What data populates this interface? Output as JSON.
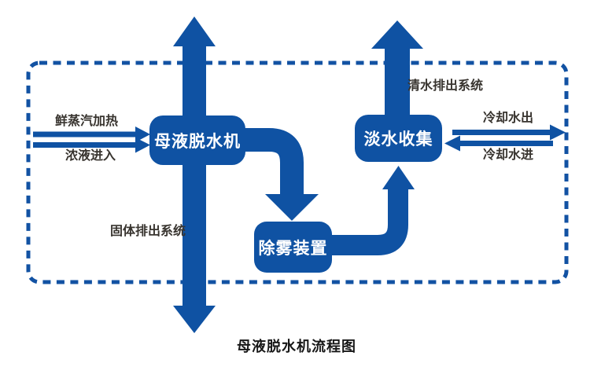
{
  "diagram": {
    "title": "母液脱水机流程图",
    "nodes": {
      "dehydrator": "母液脱水机",
      "demister": "除雾装置",
      "collector": "淡水收集"
    },
    "labels": {
      "steam_in": "鲜蒸汽加热",
      "liquid_in": "浓液进入",
      "solids_out": "固体排出系统",
      "clean_water_out": "清水排出系统",
      "cooling_water_out": "冷却水出",
      "cooling_water_in": "冷却水进"
    },
    "colors": {
      "flow_blue": "#0F52A3",
      "border_dash_blue": "#1252A3",
      "label_text": "#38342F",
      "title_text": "#171717",
      "node_text": "#FFFFFF",
      "background": "#FFFFFF"
    }
  }
}
